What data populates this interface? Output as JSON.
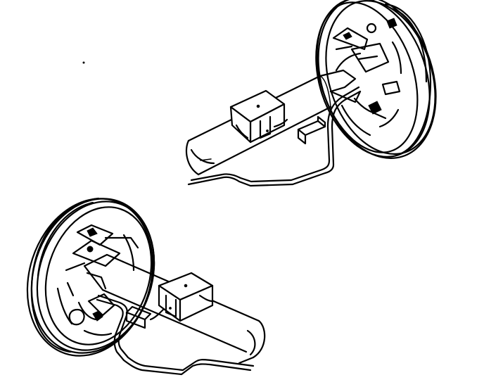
{
  "figure": {
    "subject": "rear-axle-brake-pipe-routing",
    "colors": {
      "ink": "#000000",
      "background": "#ffffff"
    },
    "parts": [
      {
        "id": "upper-brake-drum",
        "icon": "brake-drum"
      },
      {
        "id": "upper-backing-plate",
        "icon": "backing-plate"
      },
      {
        "id": "upper-axle-tube",
        "icon": "axle-tube"
      },
      {
        "id": "upper-spring-seat",
        "icon": "spring-seat"
      },
      {
        "id": "upper-brake-pipe",
        "icon": "brake-pipe"
      },
      {
        "id": "upper-pipe-bracket",
        "icon": "pipe-bracket"
      },
      {
        "id": "lower-brake-drum",
        "icon": "brake-drum"
      },
      {
        "id": "lower-backing-plate",
        "icon": "backing-plate"
      },
      {
        "id": "lower-axle-tube",
        "icon": "axle-tube"
      },
      {
        "id": "lower-spring-seat",
        "icon": "spring-seat"
      },
      {
        "id": "lower-brake-pipe",
        "icon": "brake-pipe"
      },
      {
        "id": "lower-pipe-bracket",
        "icon": "pipe-bracket"
      }
    ]
  }
}
